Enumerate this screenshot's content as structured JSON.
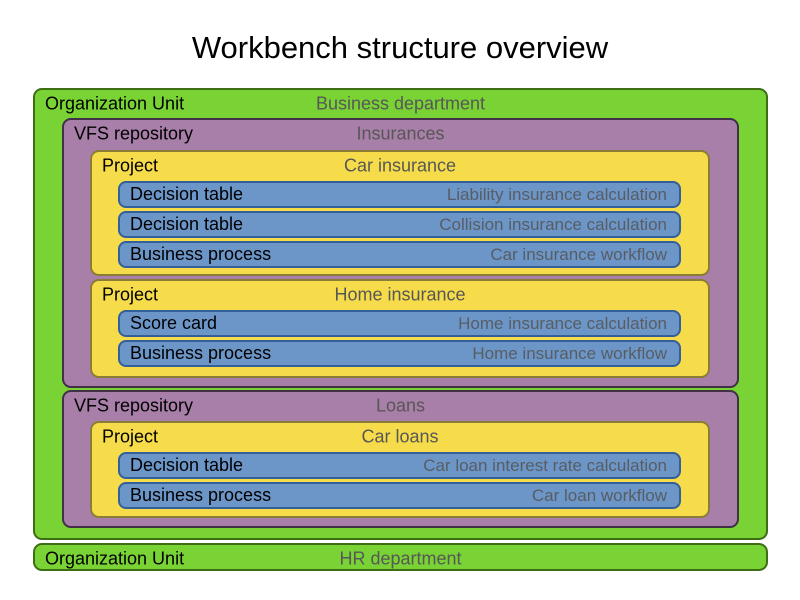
{
  "title": "Workbench structure overview",
  "colors": {
    "org_unit_fill": "#79d335",
    "repository_fill": "#a87fa8",
    "project_fill": "#f6dc4a",
    "asset_fill": "#6d96c8",
    "label_text": "#000000",
    "value_text": "#575757"
  },
  "diagram": {
    "org_units": [
      {
        "label": "Organization Unit",
        "name": "Business department",
        "repositories": [
          {
            "label": "VFS repository",
            "name": "Insurances",
            "projects": [
              {
                "label": "Project",
                "name": "Car insurance",
                "assets": [
                  {
                    "label": "Decision table",
                    "name": "Liability insurance calculation"
                  },
                  {
                    "label": "Decision table",
                    "name": "Collision insurance calculation"
                  },
                  {
                    "label": "Business process",
                    "name": "Car insurance workflow"
                  }
                ]
              },
              {
                "label": "Project",
                "name": "Home insurance",
                "assets": [
                  {
                    "label": "Score card",
                    "name": "Home insurance calculation"
                  },
                  {
                    "label": "Business process",
                    "name": "Home insurance workflow"
                  }
                ]
              }
            ]
          },
          {
            "label": "VFS repository",
            "name": "Loans",
            "projects": [
              {
                "label": "Project",
                "name": "Car loans",
                "assets": [
                  {
                    "label": "Decision table",
                    "name": "Car loan interest rate calculation"
                  },
                  {
                    "label": "Business process",
                    "name": "Car loan workflow"
                  }
                ]
              }
            ]
          }
        ]
      },
      {
        "label": "Organization Unit",
        "name": "HR department",
        "repositories": []
      }
    ]
  }
}
